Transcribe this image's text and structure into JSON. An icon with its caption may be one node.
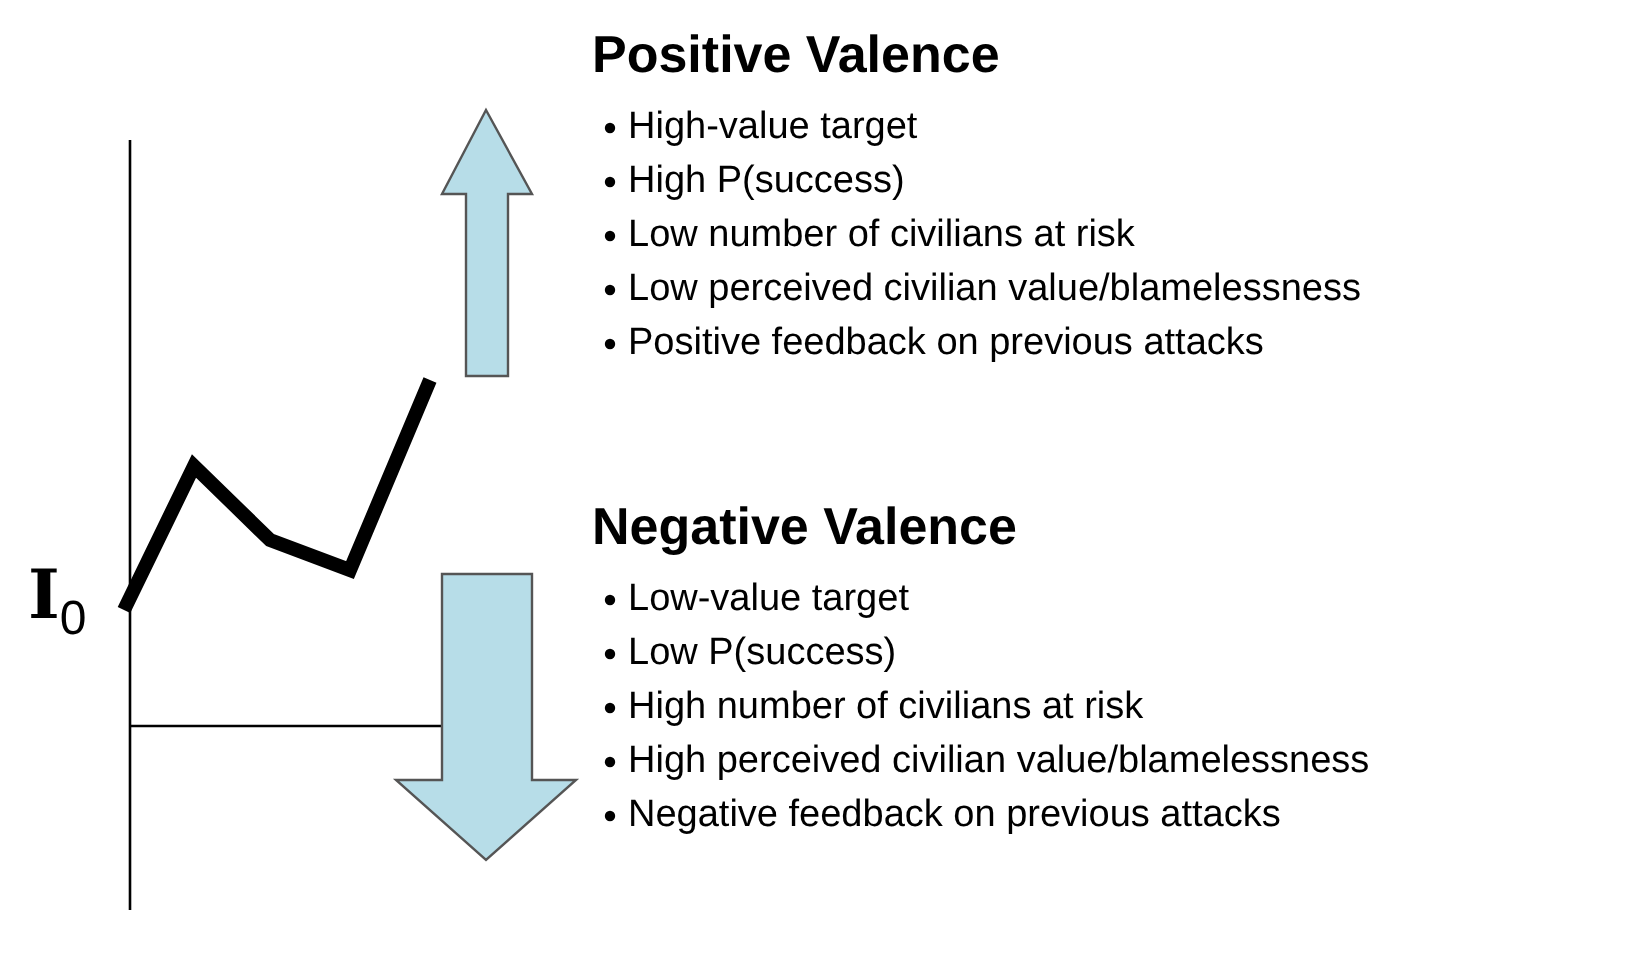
{
  "diagram": {
    "labels": [
      "I$_{0}$",
      "Positive Valence",
      "High-value target",
      "High P(success)",
      "Low number of civilians at risk",
      "Low perceived civilian value/blamelessness",
      "Positive feedback on previous attacks",
      "Negative Valence",
      "Low-value target",
      "Low P(success)",
      "High number of civilians at risk",
      "High perceived civilian value/blamelessness",
      "Negative feedback on previous attacks"
    ]
  }
}
